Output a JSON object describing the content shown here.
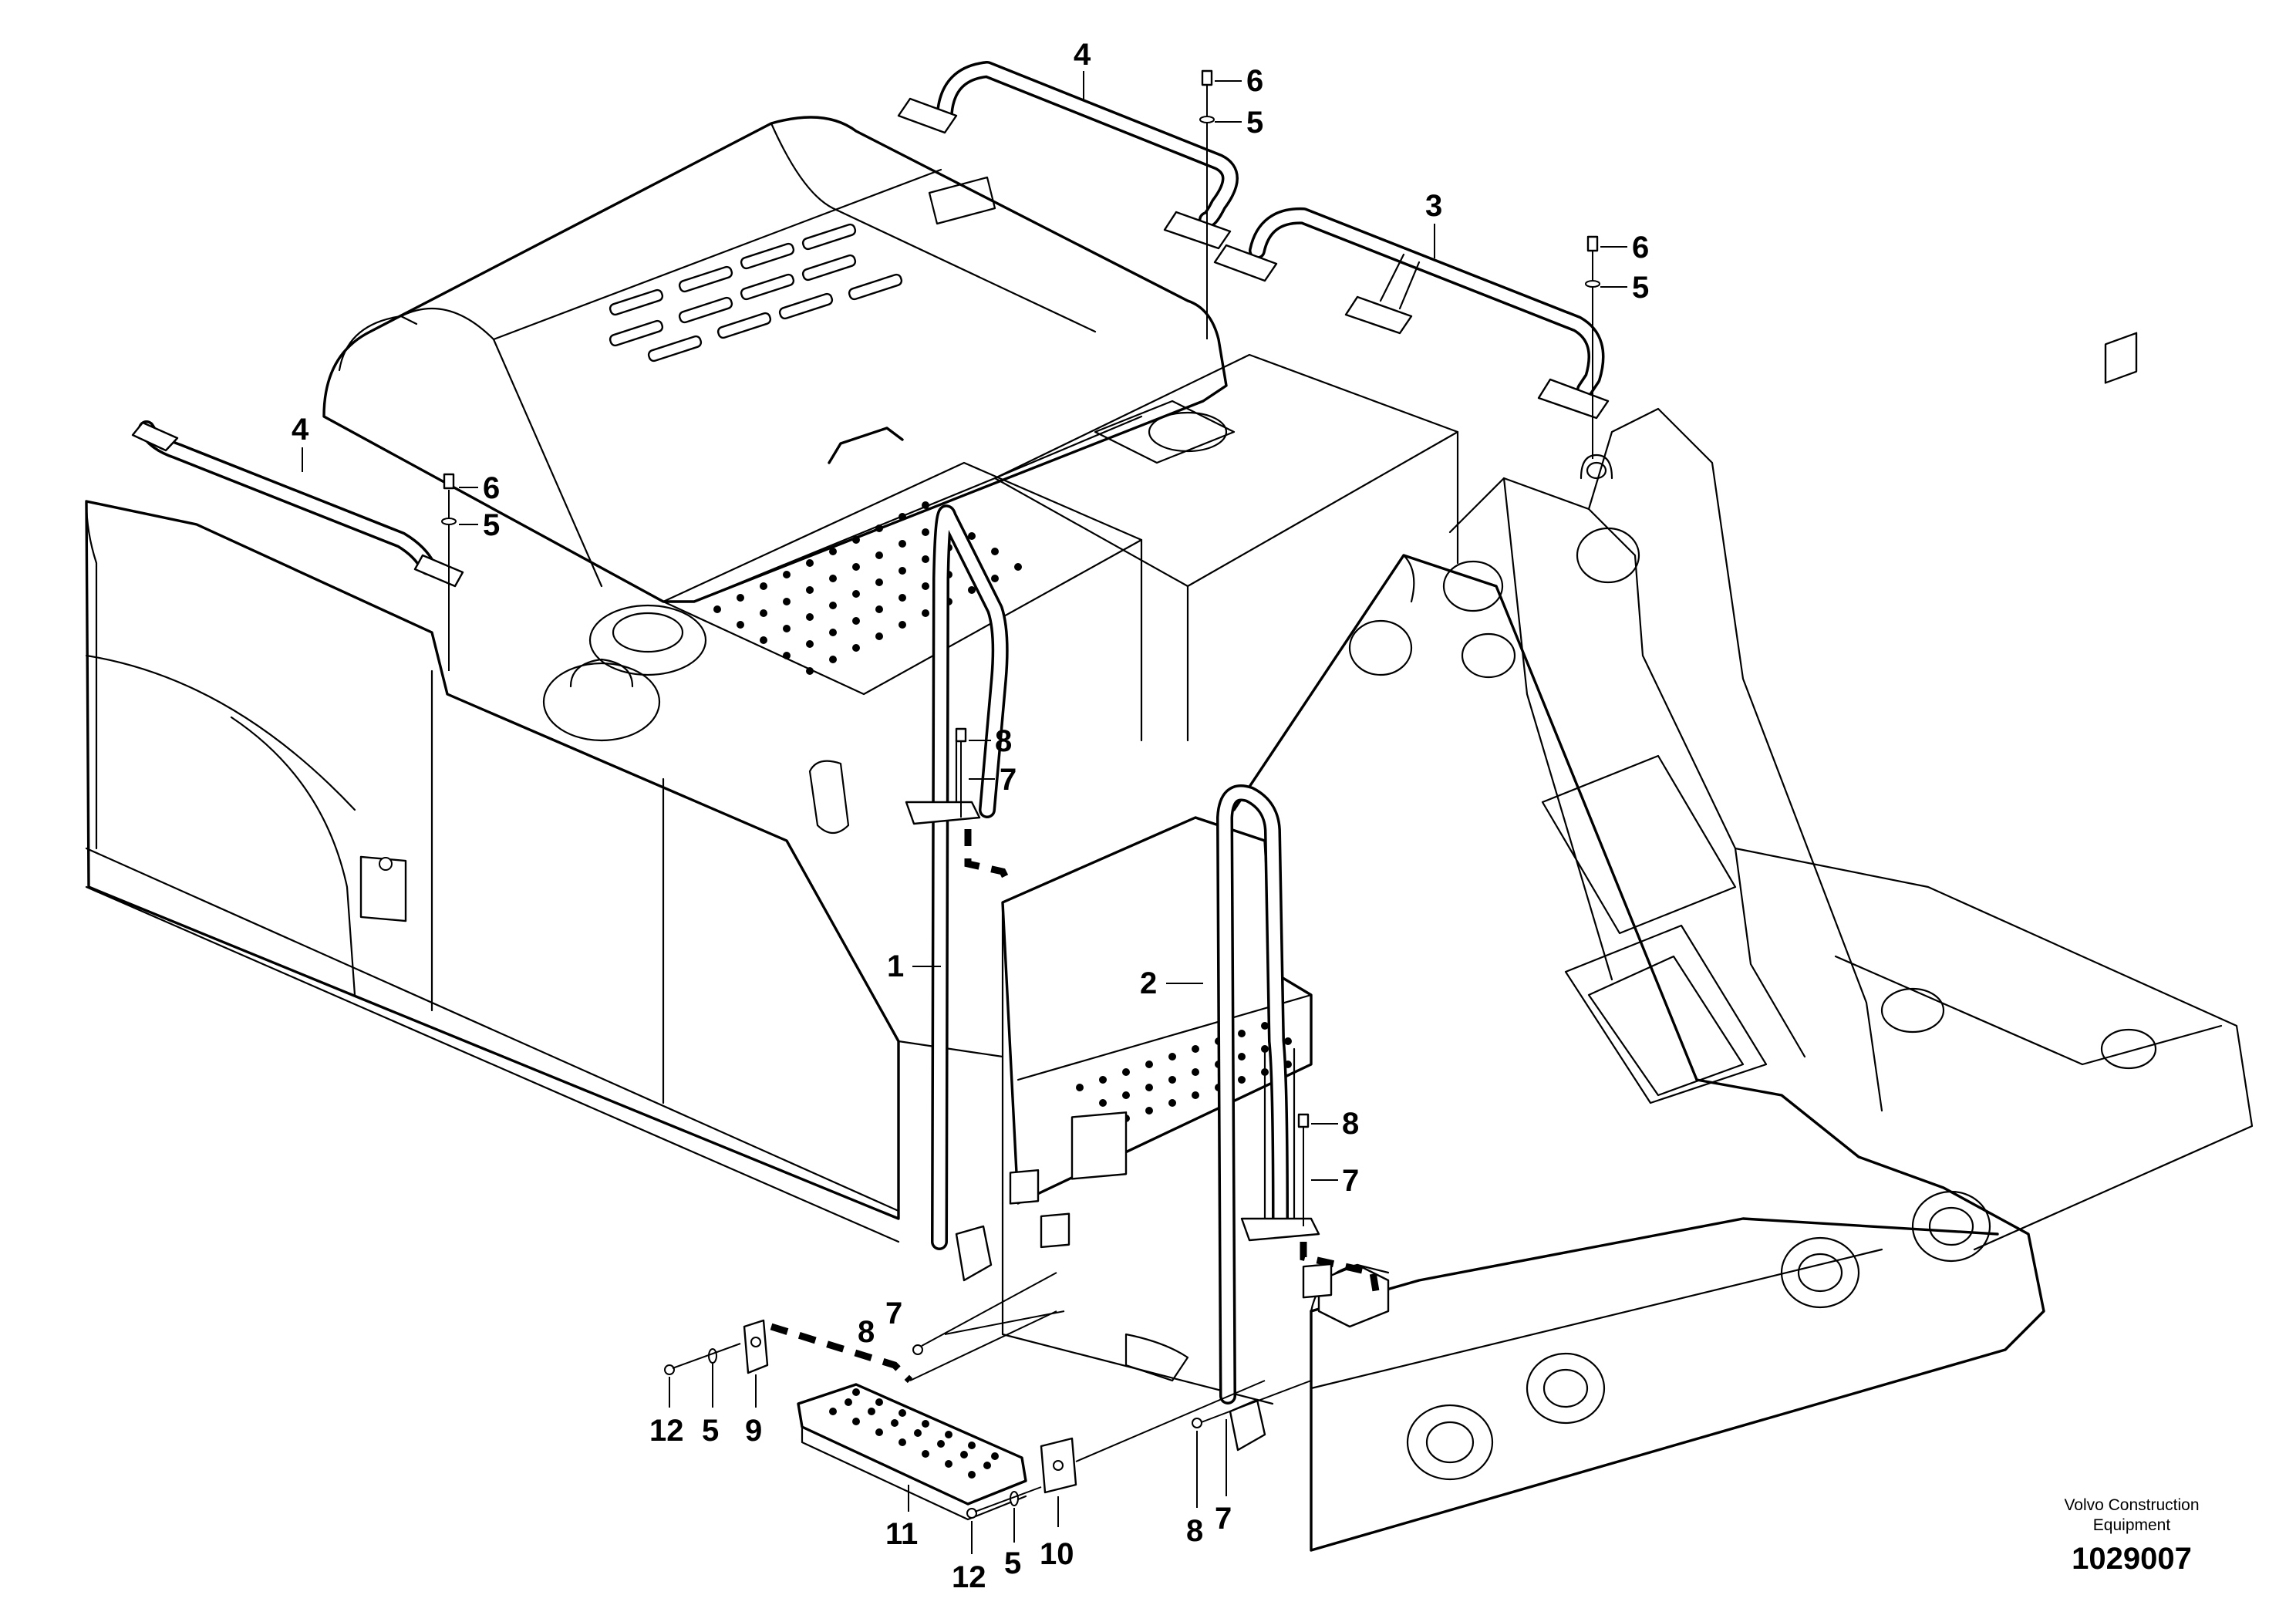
{
  "callouts": [
    {
      "id": "c1",
      "label": "1"
    },
    {
      "id": "c2",
      "label": "2"
    },
    {
      "id": "c3",
      "label": "3"
    },
    {
      "id": "c4a",
      "label": "4"
    },
    {
      "id": "c4b",
      "label": "4"
    },
    {
      "id": "c5a",
      "label": "5"
    },
    {
      "id": "c5b",
      "label": "5"
    },
    {
      "id": "c5c",
      "label": "5"
    },
    {
      "id": "c5d",
      "label": "5"
    },
    {
      "id": "c5e",
      "label": "5"
    },
    {
      "id": "c6a",
      "label": "6"
    },
    {
      "id": "c6b",
      "label": "6"
    },
    {
      "id": "c6c",
      "label": "6"
    },
    {
      "id": "c7a",
      "label": "7"
    },
    {
      "id": "c7b",
      "label": "7"
    },
    {
      "id": "c7c",
      "label": "7"
    },
    {
      "id": "c7d",
      "label": "7"
    },
    {
      "id": "c8a",
      "label": "8"
    },
    {
      "id": "c8b",
      "label": "8"
    },
    {
      "id": "c8c",
      "label": "8"
    },
    {
      "id": "c8d",
      "label": "8"
    },
    {
      "id": "c9",
      "label": "9"
    },
    {
      "id": "c10",
      "label": "10"
    },
    {
      "id": "c11",
      "label": "11"
    },
    {
      "id": "c12a",
      "label": "12"
    },
    {
      "id": "c12b",
      "label": "12"
    }
  ],
  "footer": {
    "manufacturer_line1": "Volvo Construction",
    "manufacturer_line2": "Equipment",
    "document_number": "1029007"
  },
  "colors": {
    "line": "#000000",
    "background": "#ffffff"
  }
}
